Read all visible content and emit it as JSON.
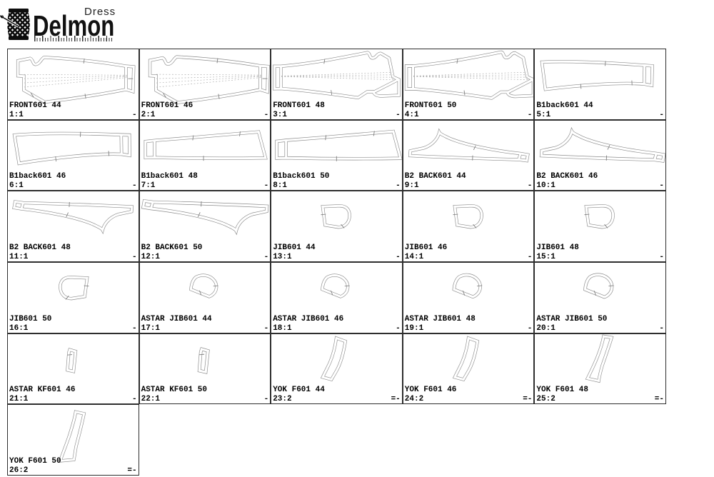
{
  "logo": {
    "brand": "Delmon",
    "sub": "Dress"
  },
  "grid": {
    "cells": [
      {
        "name": "FRONT601 44",
        "scale": "1:1",
        "mark": "-",
        "shape": "front_l"
      },
      {
        "name": "FRONT601 46",
        "scale": "2:1",
        "mark": "-",
        "shape": "front_l"
      },
      {
        "name": "FRONT601 48",
        "scale": "3:1",
        "mark": "-",
        "shape": "front_r"
      },
      {
        "name": "FRONT601 50",
        "scale": "4:1",
        "mark": "-",
        "shape": "front_r"
      },
      {
        "name": "B1back601 44",
        "scale": "5:1",
        "mark": "-",
        "shape": "b1back_r"
      },
      {
        "name": "B1back601 46",
        "scale": "6:1",
        "mark": "-",
        "shape": "b1back_r"
      },
      {
        "name": "B1back601 48",
        "scale": "7:1",
        "mark": "-",
        "shape": "b1back_l"
      },
      {
        "name": "B1back601 50",
        "scale": "8:1",
        "mark": "-",
        "shape": "b1back_l"
      },
      {
        "name": "B2 BACK601 44",
        "scale": "9:1",
        "mark": "-",
        "shape": "b2back"
      },
      {
        "name": "B2 BACK601 46",
        "scale": "10:1",
        "mark": "-",
        "shape": "b2back"
      },
      {
        "name": "B2 BACK601 48",
        "scale": "11:1",
        "mark": "-",
        "shape": "b2back"
      },
      {
        "name": "B2 BACK601 50",
        "scale": "12:1",
        "mark": "-",
        "shape": "b2back"
      },
      {
        "name": "JIB601 44",
        "scale": "13:1",
        "mark": "-",
        "shape": "jib"
      },
      {
        "name": "JIB601 46",
        "scale": "14:1",
        "mark": "-",
        "shape": "jib"
      },
      {
        "name": "JIB601 48",
        "scale": "15:1",
        "mark": "-",
        "shape": "jib"
      },
      {
        "name": "JIB601 50",
        "scale": "16:1",
        "mark": "-",
        "shape": "jib"
      },
      {
        "name": "ASTAR JIB601 44",
        "scale": "17:1",
        "mark": "-",
        "shape": "astar_jib"
      },
      {
        "name": "ASTAR JIB601 46",
        "scale": "18:1",
        "mark": "-",
        "shape": "astar_jib"
      },
      {
        "name": "ASTAR JIB601 48",
        "scale": "19:1",
        "mark": "-",
        "shape": "astar_jib"
      },
      {
        "name": "ASTAR JIB601 50",
        "scale": "20:1",
        "mark": "-",
        "shape": "astar_jib"
      },
      {
        "name": "ASTAR KF601 46",
        "scale": "21:1",
        "mark": "-",
        "shape": "astar_kf"
      },
      {
        "name": "ASTAR KF601 50",
        "scale": "22:1",
        "mark": "-",
        "shape": "astar_kf"
      },
      {
        "name": "YOK F601 44",
        "scale": "23:2",
        "mark": "=-",
        "shape": "yok"
      },
      {
        "name": "YOK F601 46",
        "scale": "24:2",
        "mark": "=-",
        "shape": "yok"
      },
      {
        "name": "YOK F601 48",
        "scale": "25:2",
        "mark": "=-",
        "shape": "yok_s"
      },
      {
        "name": "YOK F601 50",
        "scale": "26:2",
        "mark": "=-",
        "shape": "yok_tall"
      }
    ]
  }
}
